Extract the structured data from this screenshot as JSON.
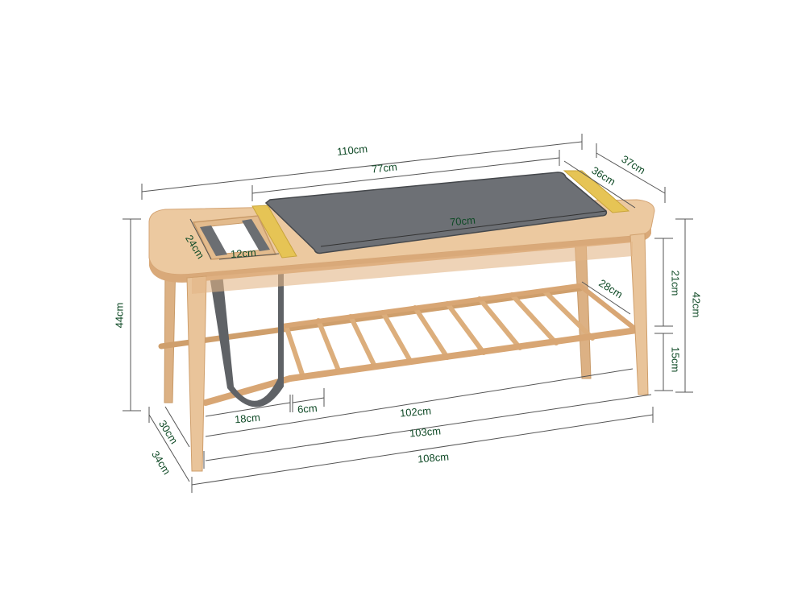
{
  "diagram": {
    "subject": "Wooden bench with felt seat cushion, magazine pocket and lower shoe rack",
    "colors": {
      "wood": "#e8c79e",
      "wood_dark": "#d6a877",
      "felt": "#6b6e72",
      "felt_dark": "#55585c",
      "brass_strip": "#e6c455",
      "dimension_line": "#555555",
      "label_text": "#0f4a26"
    },
    "dimensions": {
      "overall_top_length": "110cm",
      "cushion_length": "77cm",
      "top_depth": "37cm",
      "cushion_depth": "36cm",
      "cushion_inner_length": "70cm",
      "pocket_length": "24cm",
      "pocket_width": "12cm",
      "total_height": "44cm",
      "upper_clearance": "21cm",
      "leg_height_to_rack": "42cm",
      "rack_height": "15cm",
      "rack_depth": "28cm",
      "pocket_offset": "18cm",
      "slat_spacing": "6cm",
      "rack_length": "102cm",
      "inner_leg_span": "103cm",
      "outer_leg_span": "108cm",
      "base_depth_inner": "30cm",
      "base_depth_outer": "34cm"
    }
  }
}
